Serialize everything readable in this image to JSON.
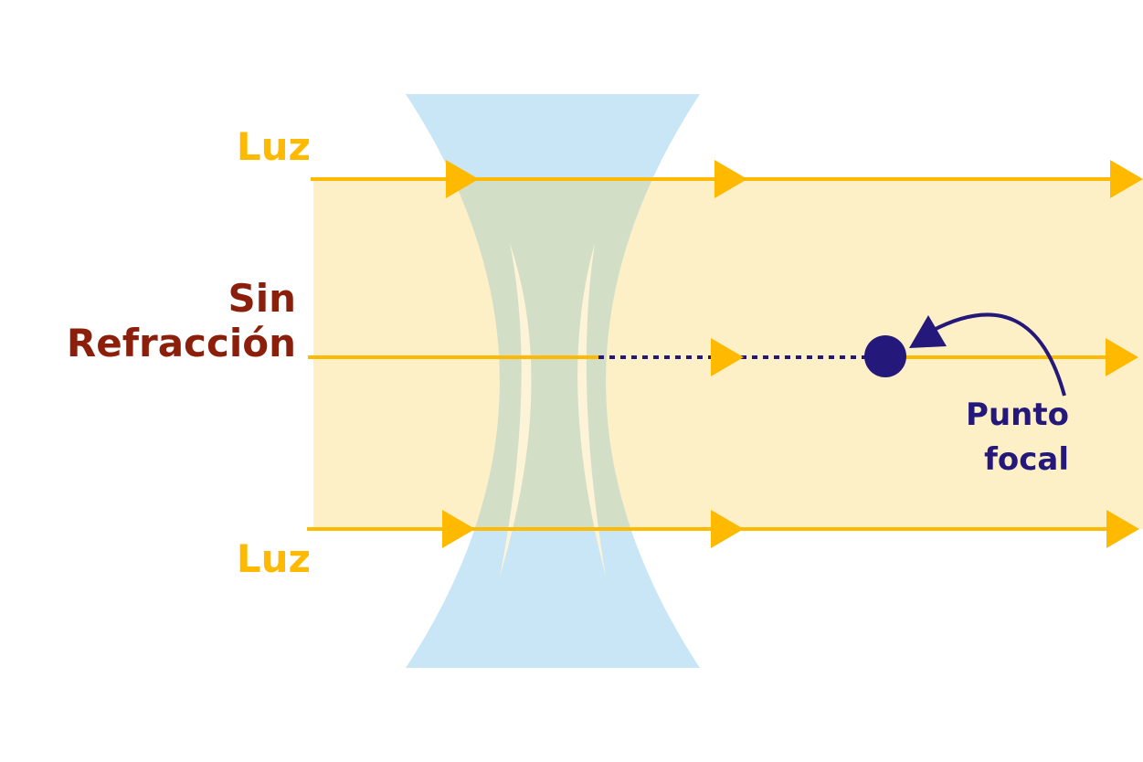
{
  "labels": {
    "light_top": "Luz",
    "light_bottom": "Luz",
    "no_refraction_line1": "Sin",
    "no_refraction_line2": "Refracción",
    "focal_point_line1": "Punto",
    "focal_point_line2": "focal"
  },
  "colors": {
    "light": "#ffba00",
    "light_band": "#fdefc6",
    "lens": "#c9e6f7",
    "lens_overlap": "#d3dec7",
    "no_refraction_text": "#8b1f0c",
    "focal": "#24187b"
  }
}
